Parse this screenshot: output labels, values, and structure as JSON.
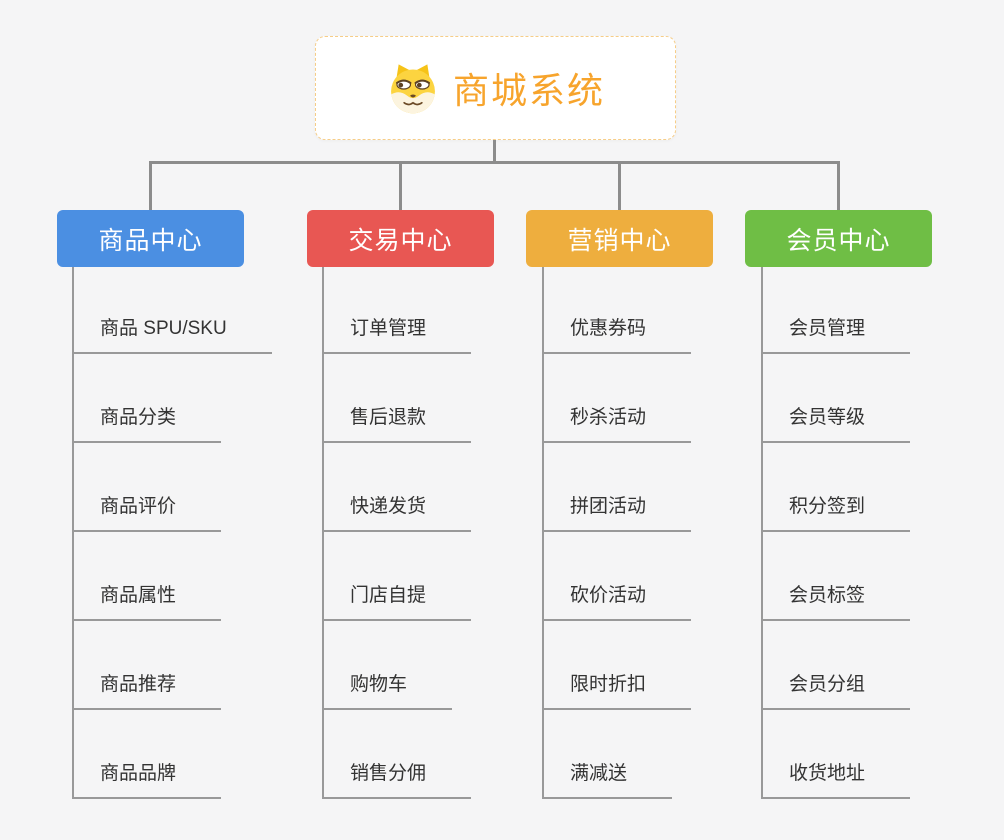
{
  "root": {
    "title": "商城系统",
    "icon": "dog-face-icon"
  },
  "colors": {
    "background": "#f5f5f6",
    "connector": "#8c8c8c",
    "leaf_line": "#999999",
    "leaf_text": "#333333",
    "root_text": "#f7a42c",
    "root_border": "#f6cd88"
  },
  "branches": [
    {
      "label": "商品中心",
      "color": "#4b8fe2",
      "items": [
        "商品 SPU/SKU",
        "商品分类",
        "商品评价",
        "商品属性",
        "商品推荐",
        "商品品牌"
      ]
    },
    {
      "label": "交易中心",
      "color": "#e85753",
      "items": [
        "订单管理",
        "售后退款",
        "快递发货",
        "门店自提",
        "购物车",
        "销售分佣"
      ]
    },
    {
      "label": "营销中心",
      "color": "#eeae3e",
      "items": [
        "优惠券码",
        "秒杀活动",
        "拼团活动",
        "砍价活动",
        "限时折扣",
        "满减送"
      ]
    },
    {
      "label": "会员中心",
      "color": "#6fbe45",
      "items": [
        "会员管理",
        "会员等级",
        "积分签到",
        "会员标签",
        "会员分组",
        "收货地址"
      ]
    }
  ]
}
